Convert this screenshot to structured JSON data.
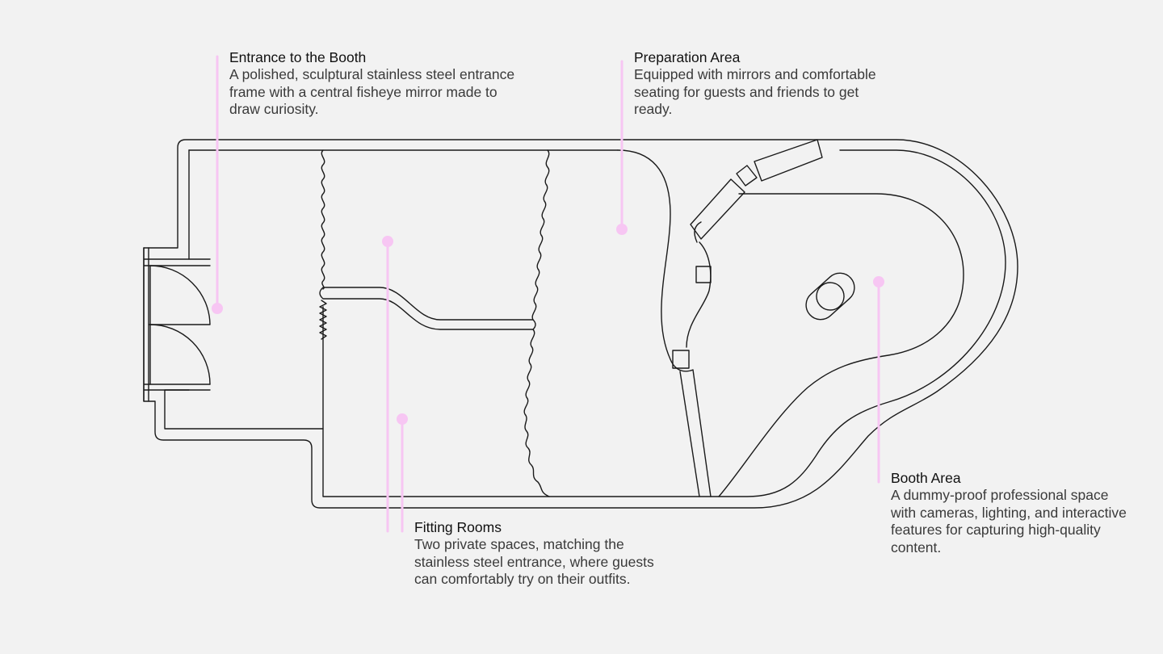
{
  "annotations": {
    "entrance": {
      "title": "Entrance to the Booth",
      "description": "A polished, sculptural stainless steel entrance frame with a central fisheye mirror made to draw curiosity."
    },
    "preparation": {
      "title": "Preparation Area",
      "description": "Equipped with mirrors and comfortable seating for guests and friends to get ready."
    },
    "fitting": {
      "title": "Fitting Rooms",
      "description": "Two private spaces, matching the stainless steel entrance, where guests can comfortably try on their outfits."
    },
    "booth": {
      "title": "Booth Area",
      "description": "A dummy-proof professional space with cameras, lighting, and interactive features for capturing high-quality content."
    }
  },
  "colors": {
    "background": "#f2f2f2",
    "line": "#1a1a1a",
    "accent": "#f7c6f3"
  }
}
